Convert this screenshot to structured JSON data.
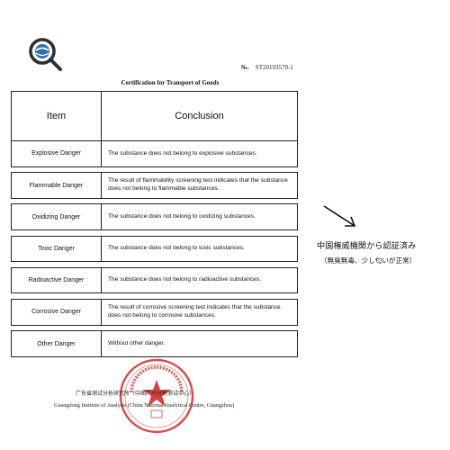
{
  "certificate": {
    "number_label": "№.",
    "number": "ST20193570-1",
    "title": "Certification for Transport of Goods"
  },
  "table": {
    "header_item": "Item",
    "header_conclusion": "Conclusion",
    "rows": [
      {
        "item": "Explosive Danger",
        "conclusion": "The substance does not belong to explosive substances."
      },
      {
        "item": "Flammable Danger",
        "conclusion": "The result of flammability screening test indicates that the substance does not belong to flammable substances."
      },
      {
        "item": "Oxidizing Danger",
        "conclusion": "The substance does not belong to oxidizing substances."
      },
      {
        "item": "Toxic Danger",
        "conclusion": "The substance does not belong to toxic substances."
      },
      {
        "item": "Radioactive Danger",
        "conclusion": "The substance does not belong to radioactive substances."
      },
      {
        "item": "Corrosive Danger",
        "conclusion": "The result of corrosive screening test indicates that the substance does not belong to corrosive substances."
      },
      {
        "item": "Other Danger",
        "conclusion": "Without other danger."
      }
    ]
  },
  "institute": {
    "name_cn": "广东省测试分析研究所（中国广州分析测试中心）",
    "name_en": "Guangdong Institute of Analysis (China National Analytical Centre, Guangzhou)"
  },
  "annotation": {
    "line1": "中国権威機関から認証済み",
    "line2": "（無臭無毒、少し匂いが正常）"
  },
  "colors": {
    "seal_red": "#d62a2a",
    "logo_blue": "#2e6fb0",
    "text": "#111111"
  },
  "icons": {
    "logo": "magnifier-logo-icon",
    "seal": "official-seal-icon",
    "arrow": "arrow-down-left-icon"
  }
}
